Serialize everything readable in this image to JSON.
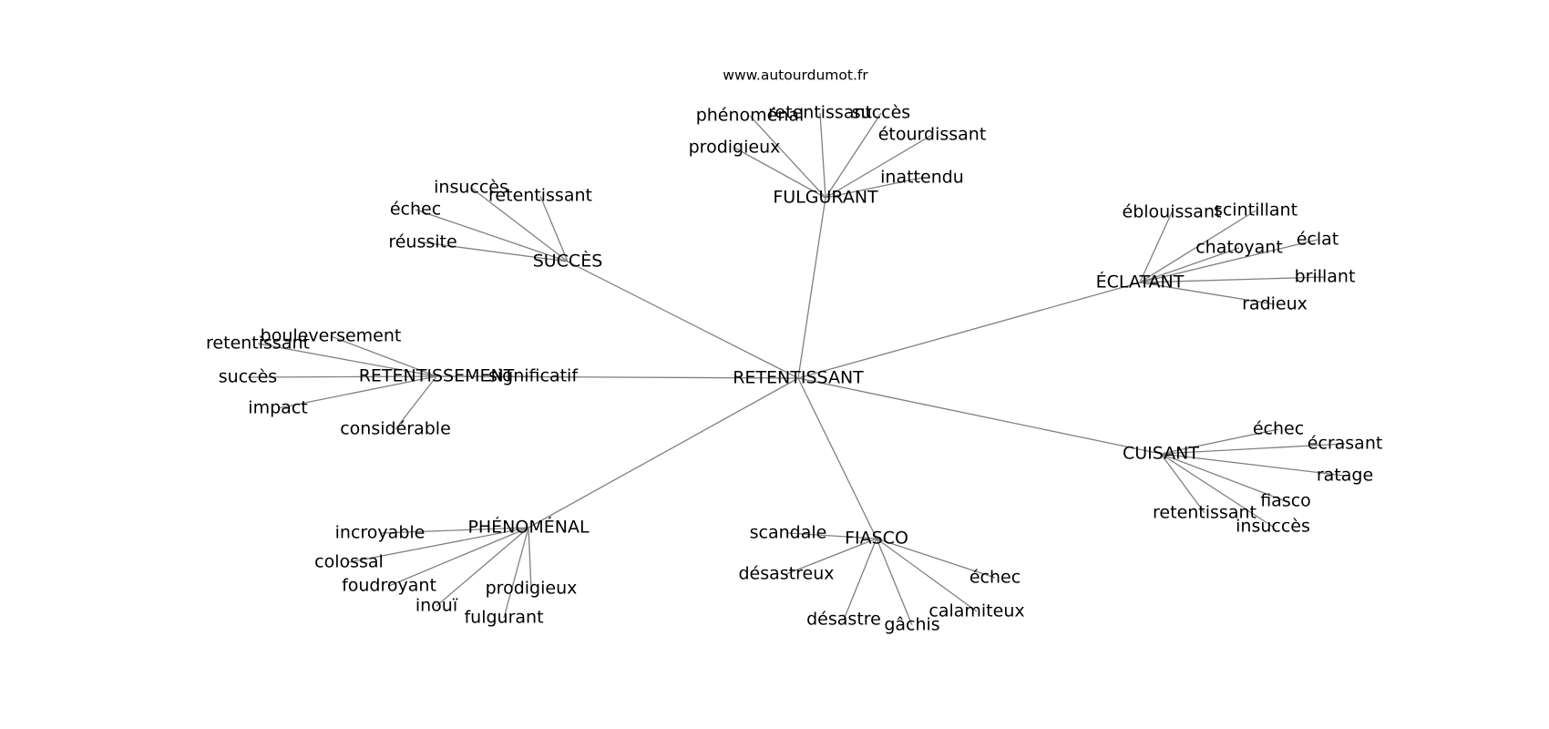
{
  "source": "www.autourdumot.fr",
  "root": "RETENTISSANT",
  "hubs": [
    {
      "id": "succes",
      "label": "SUCCÈS",
      "words": [
        "insuccès",
        "retentissant",
        "échec",
        "réussite"
      ]
    },
    {
      "id": "fulgurant",
      "label": "FULGURANT",
      "words": [
        "phénoménal",
        "retentissant",
        "succès",
        "étourdissant",
        "prodigieux",
        "inattendu"
      ]
    },
    {
      "id": "eclatant",
      "label": "ÉCLATANT",
      "words": [
        "éblouissant",
        "scintillant",
        "éclat",
        "chatoyant",
        "brillant",
        "radieux"
      ]
    },
    {
      "id": "retentissement",
      "label": "RETENTISSEMENT",
      "words": [
        "bouleversement",
        "retentissant",
        "significatif",
        "succès",
        "impact",
        "considérable"
      ]
    },
    {
      "id": "cuisant",
      "label": "CUISANT",
      "words": [
        "échec",
        "écrasant",
        "ratage",
        "fiasco",
        "retentissant",
        "insuccès"
      ]
    },
    {
      "id": "phenomenal",
      "label": "PHÉNOMÉNAL",
      "words": [
        "incroyable",
        "colossal",
        "foudroyant",
        "prodigieux",
        "inouï",
        "fulgurant"
      ]
    },
    {
      "id": "fiasco",
      "label": "FIASCO",
      "words": [
        "scandale",
        "désastreux",
        "échec",
        "calamiteux",
        "désastre",
        "gâchis"
      ]
    }
  ]
}
